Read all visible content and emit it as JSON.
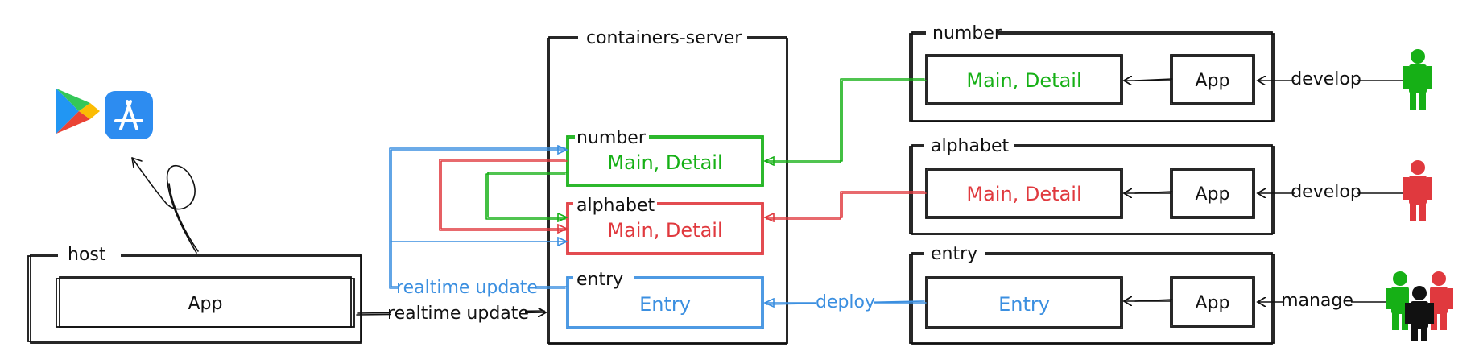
{
  "colors": {
    "green": "#16b016",
    "red": "#e0393e",
    "blue": "#3b8fe0",
    "black": "#111111"
  },
  "store_icons": [
    "google-play-icon",
    "app-store-icon"
  ],
  "host": {
    "title": "host",
    "app_label": "App",
    "arrow_label": "realtime update"
  },
  "containers_server": {
    "title": "containers-server",
    "number": {
      "title": "number",
      "content": "Main, Detail"
    },
    "alphabet": {
      "title": "alphabet",
      "content": "Main, Detail"
    },
    "entry": {
      "title": "entry",
      "content": "Entry"
    },
    "entry_update_label": "realtime update"
  },
  "projects": [
    {
      "title": "number",
      "module": "Main, Detail",
      "app": "App",
      "action": "develop",
      "actor": "green-developer-icon"
    },
    {
      "title": "alphabet",
      "module": "Main, Detail",
      "app": "App",
      "action": "develop",
      "actor": "red-developer-icon"
    },
    {
      "title": "entry",
      "module": "Entry",
      "app": "App",
      "action": "manage",
      "actor": "team-manager-icon"
    }
  ],
  "deploy_label": "deploy"
}
